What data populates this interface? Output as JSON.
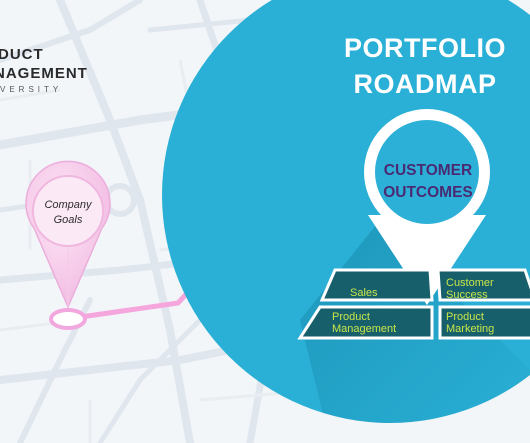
{
  "brand": {
    "line1": "DUCT",
    "line2": "NAGEMENT",
    "line3": "VERSITY"
  },
  "title": {
    "line1": "PORTFOLIO",
    "line2": "ROADMAP"
  },
  "pin": {
    "line1": "CUSTOMER",
    "line2": "OUTCOMES"
  },
  "goal_pin": {
    "line1": "Company",
    "line2": "Goals"
  },
  "grid": {
    "sales": "Sales",
    "customer_success_1": "Customer",
    "customer_success_2": "Success",
    "product_management_1": "Product",
    "product_management_2": "Management",
    "product_marketing_1": "Product",
    "product_marketing_2": "Marketing"
  },
  "colors": {
    "circle": "#2ab0d6",
    "circle_edge": "#19a0c8",
    "grid_fill": "#175f6a",
    "grid_text": "#c8e64a",
    "pin_text": "#4a2a72",
    "goal_pin": "#f2b9e3",
    "route": "#f5a7dd",
    "road": "#dfe7ee"
  }
}
